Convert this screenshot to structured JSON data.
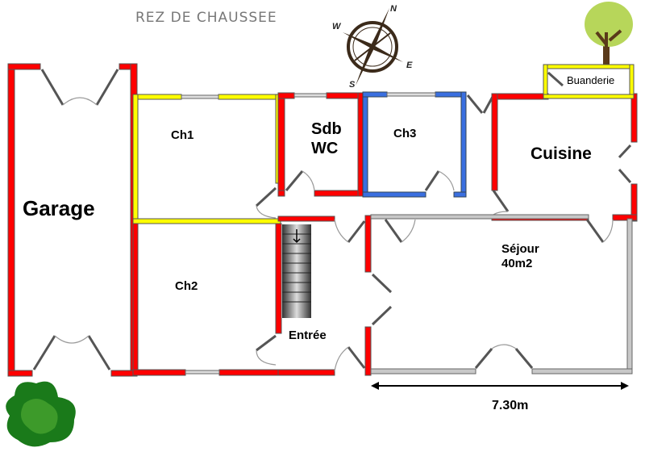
{
  "title": "REZ DE CHAUSSEE",
  "compass": {
    "n": "N",
    "s": "S",
    "e": "E",
    "w": "W"
  },
  "rooms": {
    "garage": "Garage",
    "ch1": "Ch1",
    "ch2": "Ch2",
    "sdb": "Sdb",
    "wc": "WC",
    "ch3": "Ch3",
    "cuisine": "Cuisine",
    "buanderie": "Buanderie",
    "sejour": "Séjour",
    "sejour_area": "40m2",
    "entree": "Entrée"
  },
  "dimension": "7.30m",
  "colors": {
    "red": "#ff0000",
    "yellow": "#ffff00",
    "blue": "#3a6fe0",
    "grey": "#c8c8c8"
  }
}
